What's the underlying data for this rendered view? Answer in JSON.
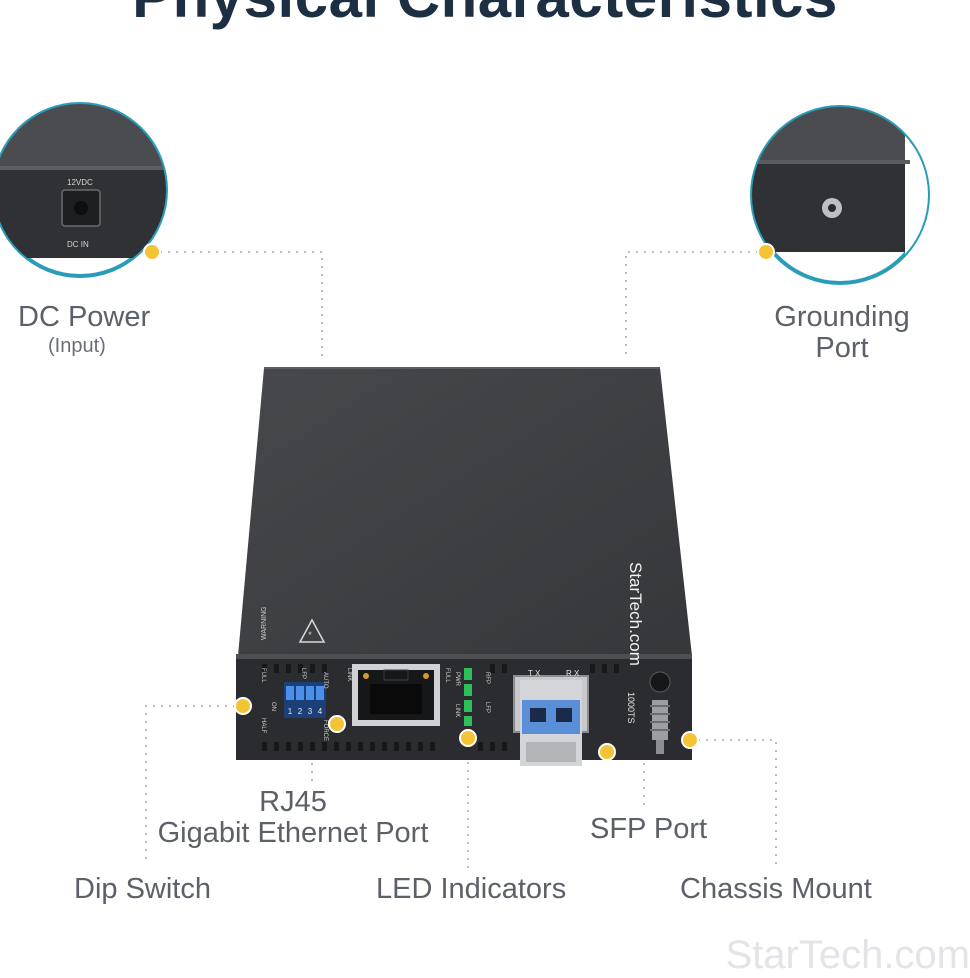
{
  "title": "Physical Characteristics",
  "callouts": {
    "dc_power": {
      "label": "DC Power",
      "sub": "(Input)"
    },
    "grounding": {
      "line1": "Grounding",
      "line2": "Port"
    },
    "rj45": {
      "line1": "RJ45",
      "line2": "Gigabit Ethernet Port"
    },
    "sfp": {
      "label": "SFP Port"
    },
    "dip": {
      "label": "Dip Switch"
    },
    "led": {
      "label": "LED Indicators"
    },
    "chassis": {
      "label": "Chassis Mount"
    }
  },
  "device": {
    "brand": "StarTech.com",
    "model": "1000TS",
    "power_label": "12VDC",
    "dc_in_label": "DC IN",
    "warning_label": "WARNING",
    "switch_labels": {
      "full": "FULL",
      "half": "HALF",
      "lfp": "LFP",
      "auto": "AUTO",
      "force": "FORCE",
      "on": "ON",
      "numbers": [
        "1",
        "2",
        "3",
        "4"
      ]
    },
    "port_labels": {
      "link": "LINK",
      "full": "FULL",
      "pwr": "PWR",
      "rfp": "RFP",
      "lfp": "LFP",
      "tx": "T X",
      "rx": "R X"
    }
  },
  "colors": {
    "title": "#1c2f43",
    "label": "#5c6068",
    "callout_dot": "#f5c436",
    "circle_ring": "#2a9cb8",
    "chassis": "#3b3d40",
    "led": "#2fbf5a",
    "switch": "#3a7fd8",
    "sfp_blue": "#5a8fd8"
  }
}
